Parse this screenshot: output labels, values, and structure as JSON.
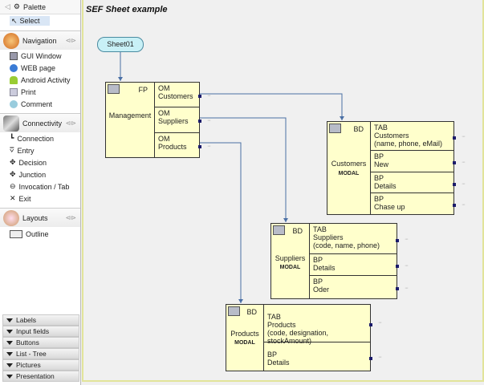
{
  "palette": {
    "title": "Palette",
    "select": "Select",
    "navigation": {
      "label": "Navigation",
      "items": [
        "GUI Window",
        "WEB page",
        "Android Activity",
        "Print",
        "Comment"
      ]
    },
    "connectivity": {
      "label": "Connectivity",
      "items": [
        "Connection",
        "Entry",
        "Decision",
        "Junction",
        "Invocation / Tab",
        "Exit"
      ]
    },
    "layouts": {
      "label": "Layouts",
      "items": [
        "Outline"
      ]
    },
    "collapsed": [
      "Labels",
      "Input fields",
      "Buttons",
      "List - Tree",
      "Pictures",
      "Presentation"
    ]
  },
  "canvas": {
    "title": "SEF Sheet example",
    "sheet": "Sheet01",
    "fp": {
      "kind": "FP",
      "name": "Management",
      "rows": [
        [
          "OM",
          "Customers"
        ],
        [
          "OM",
          "Suppliers"
        ],
        [
          "OM",
          "Products"
        ]
      ]
    },
    "customers": {
      "kind": "BD",
      "name": "Customers",
      "modal": "MODAL",
      "rows": [
        [
          "TAB",
          "Customers",
          "(name, phone, eMail)"
        ],
        [
          "BP",
          "New"
        ],
        [
          "BP",
          "Details"
        ],
        [
          "BP",
          "Chase up"
        ]
      ]
    },
    "suppliers": {
      "kind": "BD",
      "name": "Suppliers",
      "modal": "MODAL",
      "rows": [
        [
          "TAB",
          "Suppliers",
          "(code, name, phone)"
        ],
        [
          "BP",
          "Details"
        ],
        [
          "BP",
          "Oder"
        ]
      ]
    },
    "products": {
      "kind": "BD",
      "name": "Products",
      "modal": "MODAL",
      "rows": [
        [
          "TAB",
          "Products",
          "(code, designation, stockAmount)"
        ],
        [
          "BP",
          "Details"
        ]
      ]
    }
  },
  "colors": {
    "node": "#ffffcc",
    "line": "#4a6fa5",
    "sheet": "#c8f0f6"
  }
}
